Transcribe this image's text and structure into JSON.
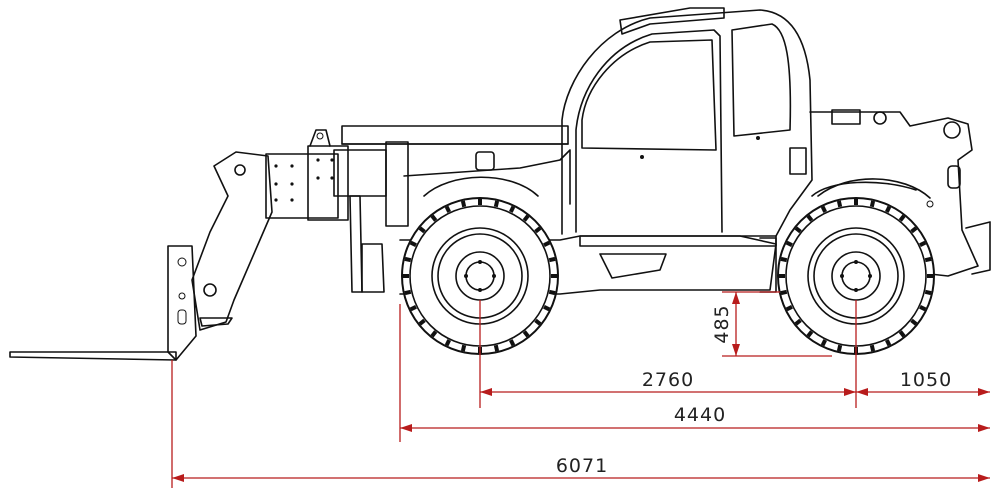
{
  "diagram": {
    "colors": {
      "outline": "#111111",
      "dimension": "#b81c1c"
    },
    "dimensions": [
      {
        "id": "dim-485",
        "value": "485"
      },
      {
        "id": "dim-2760",
        "value": "2760"
      },
      {
        "id": "dim-1050",
        "value": "1050"
      },
      {
        "id": "dim-4440",
        "value": "4440"
      },
      {
        "id": "dim-6071",
        "value": "6071"
      }
    ]
  }
}
